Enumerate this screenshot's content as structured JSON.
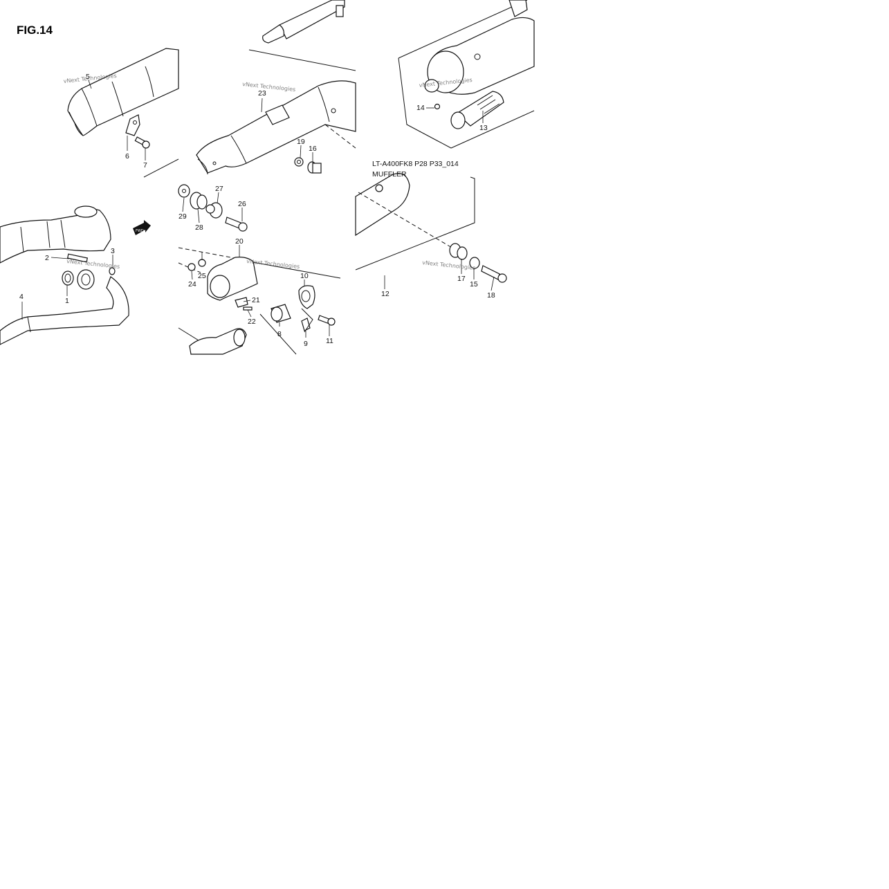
{
  "figure_title": "FIG.14",
  "caption": {
    "line1": "LT-A400FK8 P28 P33_014",
    "line2": "MUFFLER"
  },
  "watermark": "vNext Technologies",
  "fwd_label": "FWD",
  "callouts": {
    "c1": "1",
    "c2": "2",
    "c3": "3",
    "c4": "4",
    "c5": "5",
    "c6": "6",
    "c7": "7",
    "c8": "8",
    "c9": "9",
    "c10": "10",
    "c11": "11",
    "c12": "12",
    "c13": "13",
    "c14": "14",
    "c15": "15",
    "c16": "16",
    "c17": "17",
    "c18": "18",
    "c19": "19",
    "c20": "20",
    "c21": "21",
    "c22": "22",
    "c23": "23",
    "c24": "24",
    "c25": "25",
    "c26": "26",
    "c27": "27",
    "c28": "28",
    "c29": "29"
  }
}
